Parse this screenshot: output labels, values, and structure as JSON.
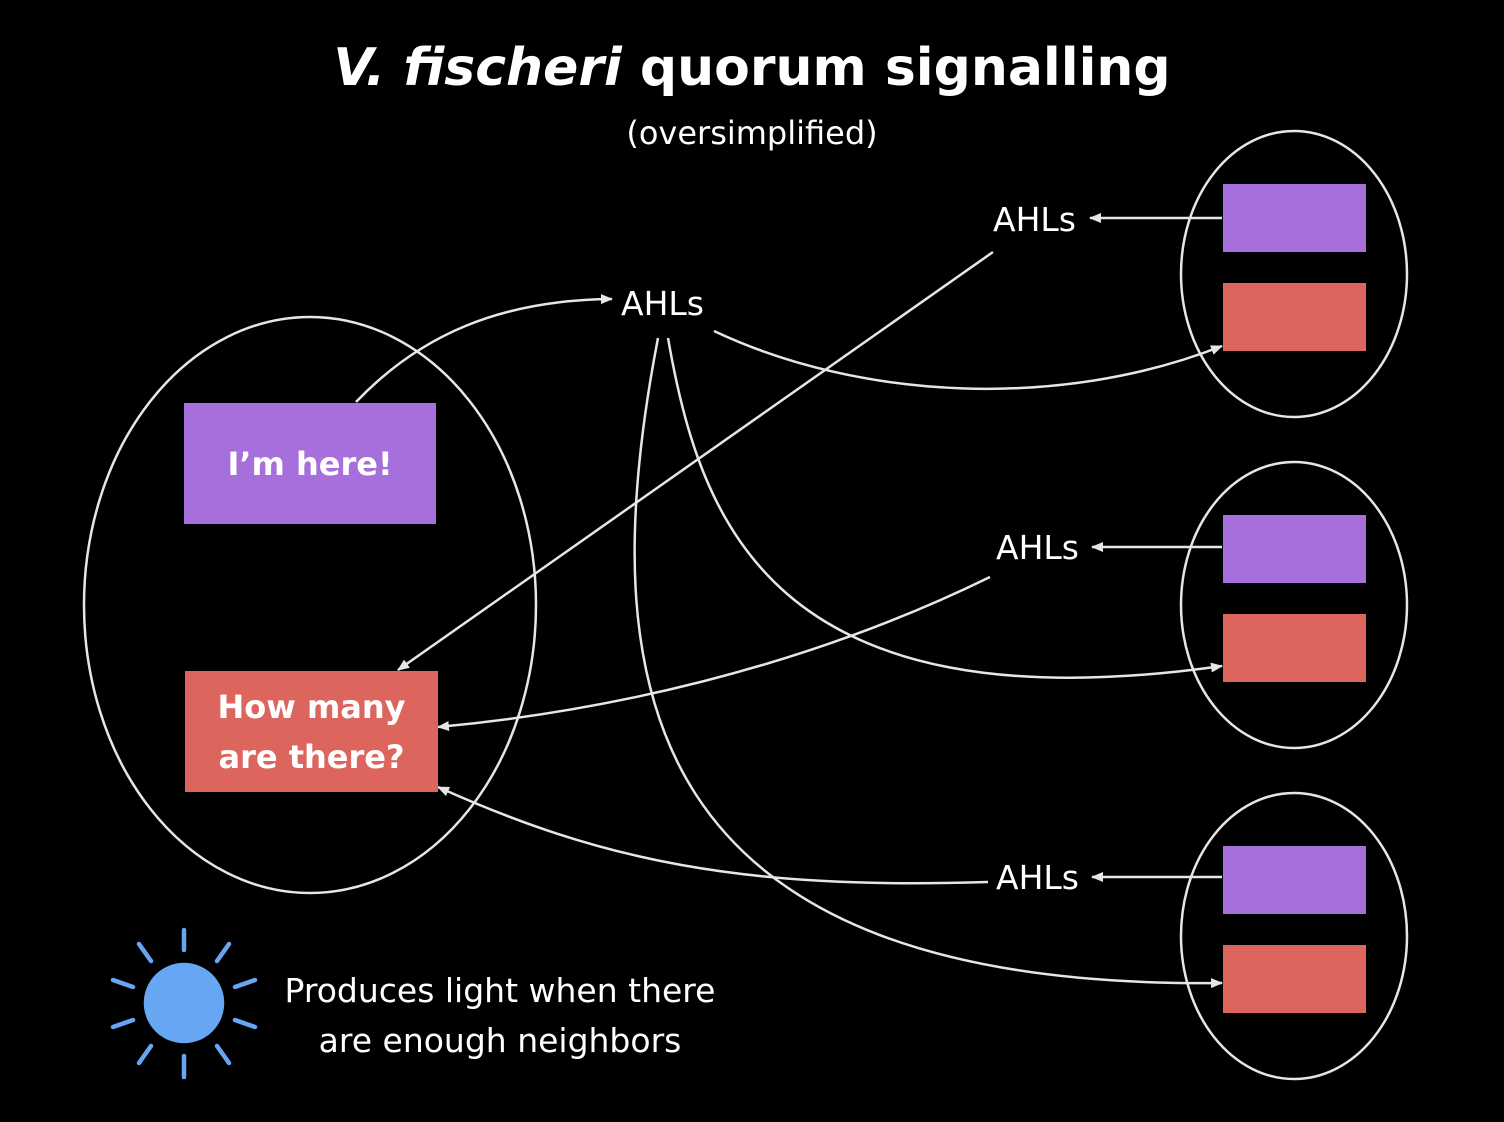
{
  "title": {
    "species": "V. fischeri",
    "rest": "quorum signalling"
  },
  "subtitle": "(oversimplified)",
  "main_cell": {
    "signal_label": "I’m here!",
    "receptor_label_line1": "How many",
    "receptor_label_line2": "are there?"
  },
  "ahl_labels": {
    "center": "AHLs",
    "neighbor_1": "AHLs",
    "neighbor_2": "AHLs",
    "neighbor_3": "AHLs"
  },
  "caption": {
    "line1": "Produces light when there",
    "line2": "are enough neighbors"
  },
  "icons": {
    "light": "sun-icon"
  },
  "colors": {
    "background": "#000000",
    "signal_box": "#a66fdb",
    "receptor_box": "#dc665d",
    "light": "#66a6f2",
    "lines": "#e6e6e6"
  }
}
